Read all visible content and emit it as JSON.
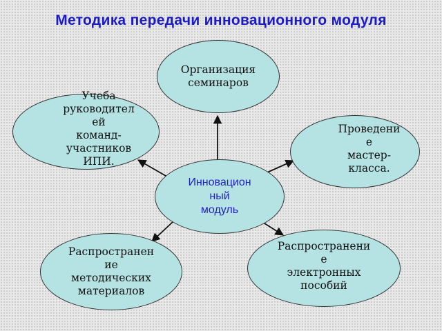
{
  "title": "Методика передачи инновационного модуля",
  "nodes": {
    "center": "Инновацион\nный\nмодуль",
    "seminars": "Организация\nсеминаров",
    "training": "Учеба\nруководител\nей\nкоманд-\nучастников\nИПИ.",
    "masterclass": "Проведени\nе\nмастер-\nкласса.",
    "materials": "Распространен\nие\nметодических\nматериалов",
    "electronic": "Распространени\nе\nэлектронных\nпособий"
  },
  "colors": {
    "title": "#1a1acc",
    "node_fill": "#b5e3e3",
    "center_text": "#1f1fbf"
  }
}
